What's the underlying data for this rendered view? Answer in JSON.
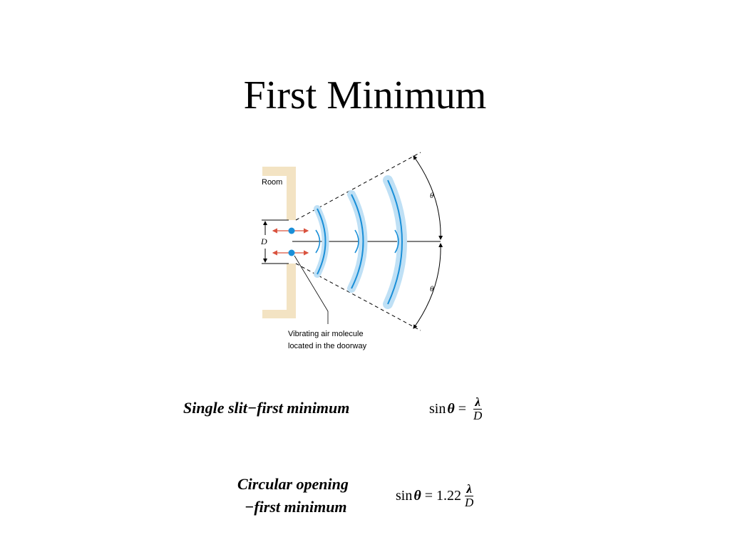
{
  "slide": {
    "title": "First Minimum"
  },
  "figure": {
    "room_label": "Room",
    "d_label": "D",
    "theta_label": "θ",
    "caption_line1": "Vibrating air molecule",
    "caption_line2": "located in the doorway",
    "colors": {
      "wall": "#f3e3c3",
      "wave": "#1a8fd8",
      "wave_halo": "#bfe0f5",
      "arrow": "#d9533f",
      "molecule": "#1a8fd8"
    }
  },
  "equations": {
    "single": {
      "label": "Single slit−first minimum",
      "lhs_func": "sin",
      "lhs_var": "θ",
      "equals": "=",
      "coef": "",
      "num": "λ",
      "den": "D"
    },
    "circular": {
      "label_line1": "Circular opening",
      "label_line2": "−first minimum",
      "lhs_func": "sin",
      "lhs_var": "θ",
      "equals": "=",
      "coef": "1.22",
      "num": "λ",
      "den": "D"
    }
  }
}
